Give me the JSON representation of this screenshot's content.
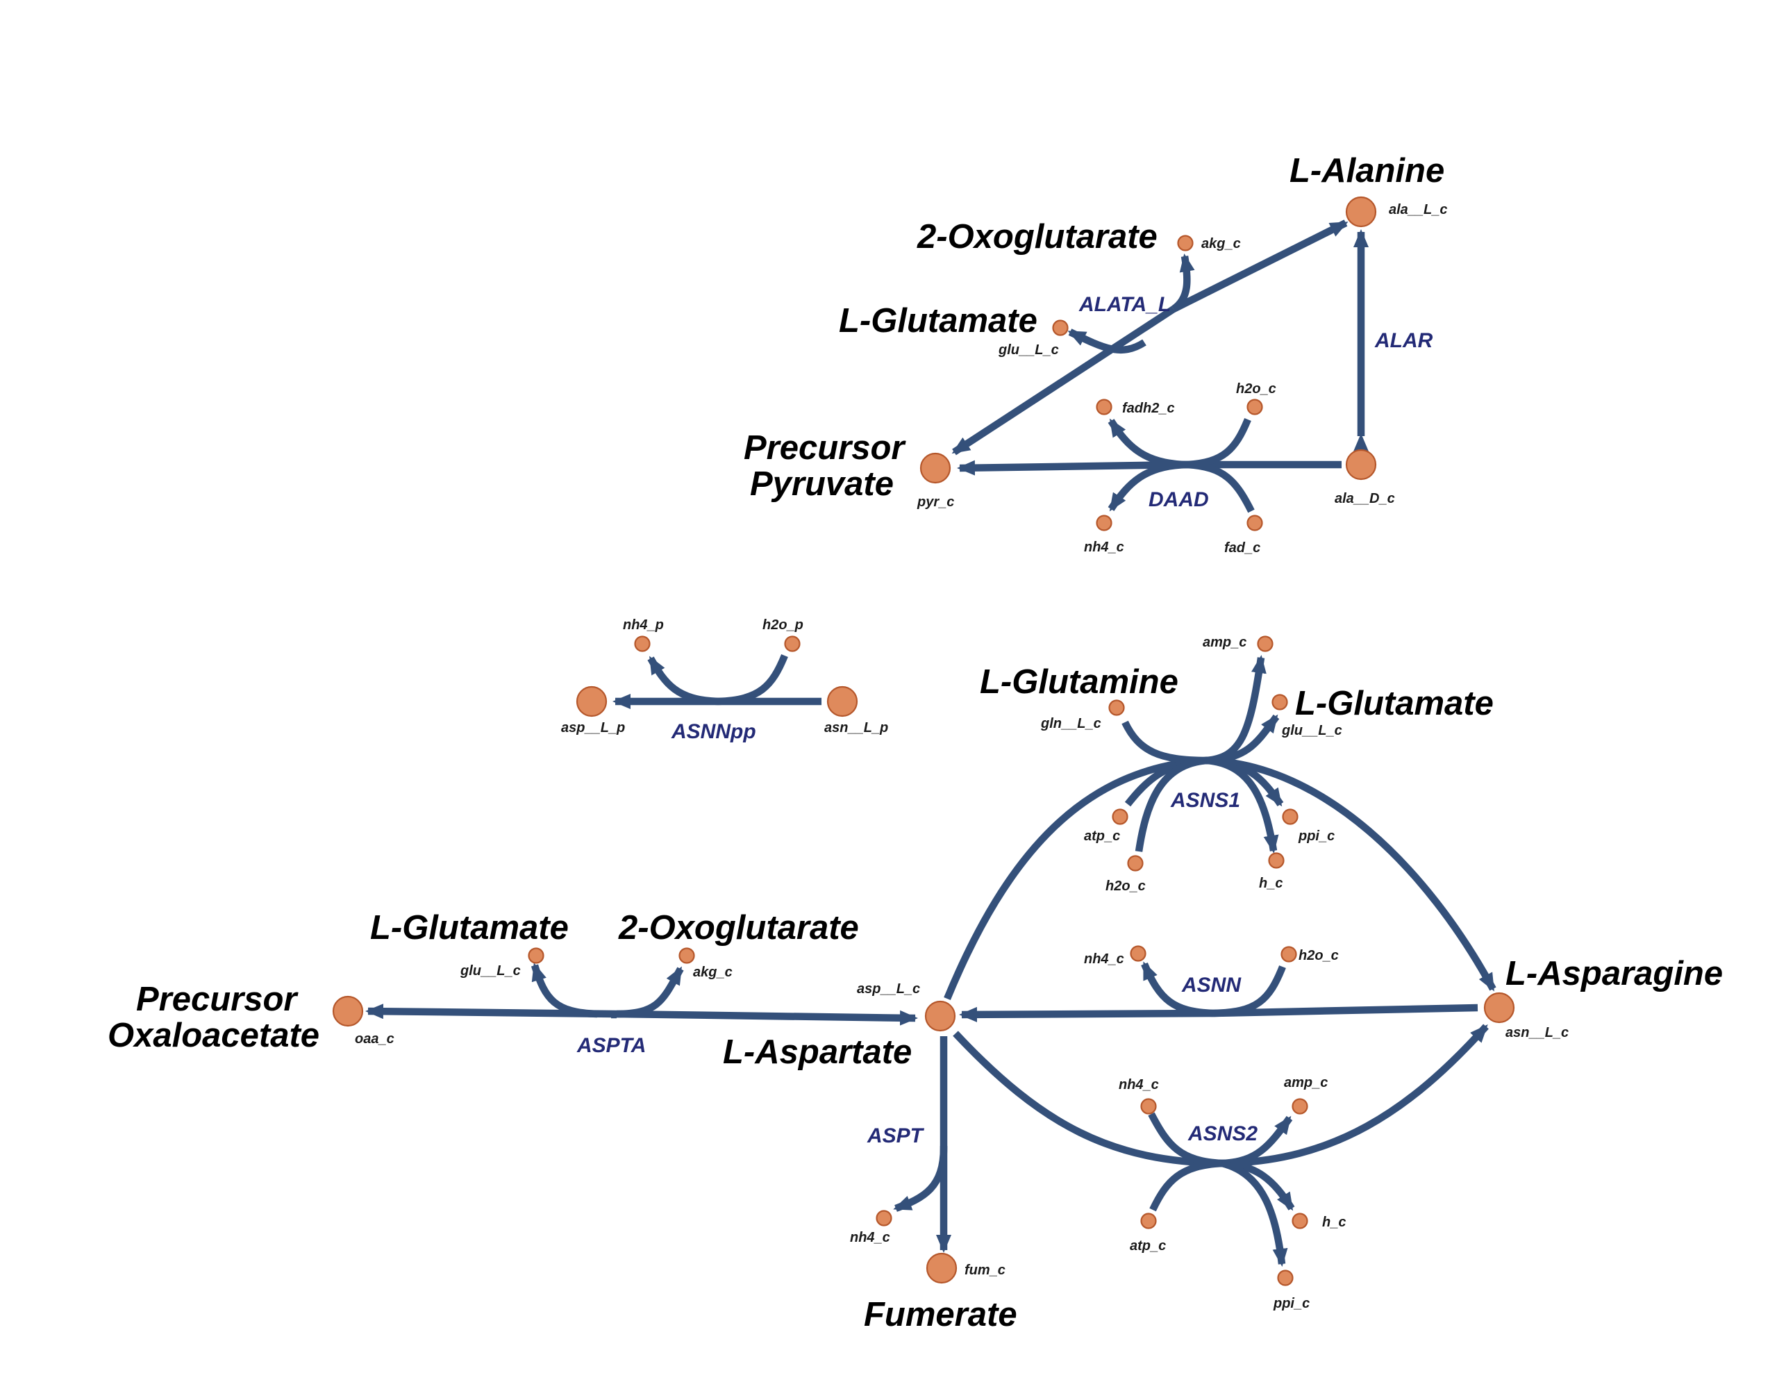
{
  "colors": {
    "edge": "#34507a",
    "node_fill": "#df8a5c",
    "node_stroke": "#b5572b",
    "reaction_label": "#232a76"
  },
  "metabolites": {
    "ala__L_c": "ala__L_c",
    "akg_c_top": "akg_c",
    "glu__L_c_top": "glu__L_c",
    "pyr_c": "pyr_c",
    "fadh2_c": "fadh2_c",
    "h2o_c_top": "h2o_c",
    "ala__D_c": "ala__D_c",
    "nh4_c_top": "nh4_c",
    "fad_c": "fad_c",
    "nh4_p": "nh4_p",
    "h2o_p": "h2o_p",
    "asp__L_p": "asp__L_p",
    "asn__L_p": "asn__L_p",
    "amp_c_1": "amp_c",
    "gln__L_c": "gln__L_c",
    "glu__L_c_mid": "glu__L_c",
    "atp_c_1": "atp_c",
    "h2o_c_1": "h2o_c",
    "ppi_c_1": "ppi_c",
    "h_c_1": "h_c",
    "glu__L_c_low": "glu__L_c",
    "akg_c_low": "akg_c",
    "oaa_c": "oaa_c",
    "asp__L_c": "asp__L_c",
    "nh4_c_asnn": "nh4_c",
    "h2o_c_asnn": "h2o_c",
    "asn__L_c": "asn__L_c",
    "nh4_c_asns2": "nh4_c",
    "amp_c_2": "amp_c",
    "atp_c_2": "atp_c",
    "h_c_2": "h_c",
    "ppi_c_2": "ppi_c",
    "nh4_c_aspt": "nh4_c",
    "fum_c": "fum_c"
  },
  "names": {
    "l_alanine": "L-Alanine",
    "oxoglutarate_top": "2-Oxoglutarate",
    "glutamate_top": "L-Glutamate",
    "pyruvate_line1": "Precursor",
    "pyruvate_line2": "Pyruvate",
    "glutamine": "L-Glutamine",
    "glutamate_mid": "L-Glutamate",
    "glutamate_low": "L-Glutamate",
    "oxoglutarate_low": "2-Oxoglutarate",
    "oxaloacetate_line1": "Precursor",
    "oxaloacetate_line2": "Oxaloacetate",
    "aspartate": "L-Aspartate",
    "asparagine": "L-Asparagine",
    "fumerate": "Fumerate"
  },
  "reactions": {
    "ALATA_L": "ALATA_L",
    "ALAR": "ALAR",
    "DAAD": "DAAD",
    "ASNNpp": "ASNNpp",
    "ASNS1": "ASNS1",
    "ASNN": "ASNN",
    "ASNS2": "ASNS2",
    "ASPTA": "ASPTA",
    "ASPT": "ASPT"
  }
}
